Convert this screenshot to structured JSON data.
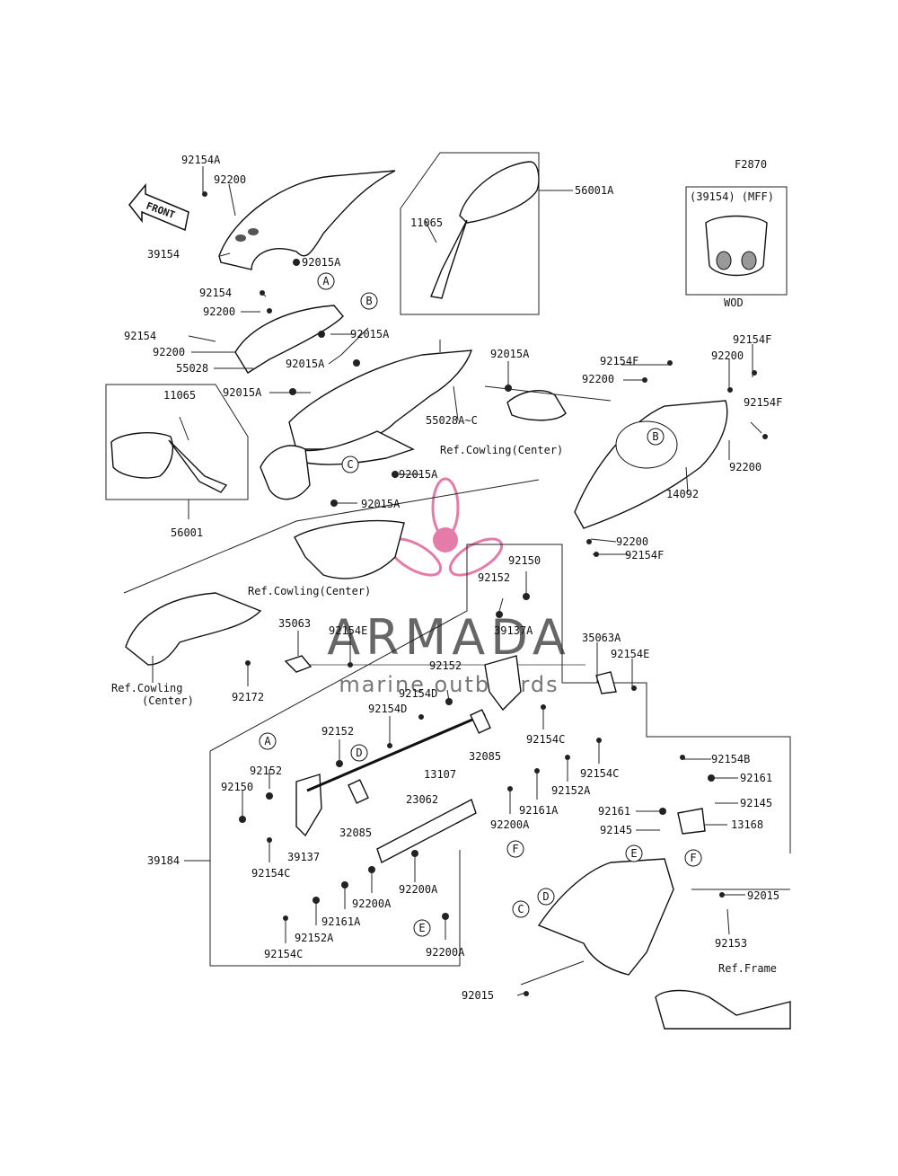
{
  "figure_code": "F2870",
  "front_arrow": "FRONT",
  "inset": {
    "header": "(39154) (MFF)",
    "footer": "WOD"
  },
  "watermark": {
    "brand": "ARMADA",
    "tagline": "marine outboards"
  },
  "callouts": [
    "A",
    "B",
    "C",
    "D",
    "E",
    "F"
  ],
  "labels": {
    "l_92154A": "92154A",
    "l_92200_a": "92200",
    "l_39154": "39154",
    "l_92015A_a": "92015A",
    "l_56001A": "56001A",
    "l_11065_a": "11065",
    "l_92154_a": "92154",
    "l_92200_b": "92200",
    "l_92154_b": "92154",
    "l_92200_c": "92200",
    "l_55028": "55028",
    "l_92015A_b": "92015A",
    "l_92015A_c": "92015A",
    "l_92015A_d": "92015A",
    "l_92015A_e": "92015A",
    "l_55028AC": "55028A~C",
    "l_ref_center_1": "Ref.Cowling(Center)",
    "l_92154F_a": "92154F",
    "l_92200_d": "92200",
    "l_92154F_b": "92154F",
    "l_92200_e": "92200",
    "l_92154F_c": "92154F",
    "l_92200_f": "92200",
    "l_14092": "14092",
    "l_11065_b": "11065",
    "l_56001": "56001",
    "l_92015A_f": "92015A",
    "l_92015A_g": "92015A",
    "l_92200_g": "92200",
    "l_92154F_d": "92154F",
    "l_ref_center_2": "Ref.Cowling(Center)",
    "l_92150_a": "92150",
    "l_92152_a": "92152",
    "l_39137A": "39137A",
    "l_35063": "35063",
    "l_92154E_a": "92154E",
    "l_35063A": "35063A",
    "l_92154E_b": "92154E",
    "l_ref_cowling": "Ref.Cowling",
    "l_center": "(Center)",
    "l_92172": "92172",
    "l_92152_b": "92152",
    "l_92154D_a": "92154D",
    "l_92154D_b": "92154D",
    "l_32085_a": "32085",
    "l_92154C_a": "92154C",
    "l_92152_c": "92152",
    "l_13107": "13107",
    "l_92154C_b": "92154C",
    "l_92152_d": "92152",
    "l_92150_b": "92150",
    "l_32085_b": "32085",
    "l_23062": "23062",
    "l_92161A_a": "92161A",
    "l_92152A_a": "92152A",
    "l_92200A_a": "92200A",
    "l_39137": "39137",
    "l_92154C_c": "92154C",
    "l_39184": "39184",
    "l_92200A_b": "92200A",
    "l_92200A_c": "92200A",
    "l_92161A_b": "92161A",
    "l_92152A_b": "92152A",
    "l_92154C_d": "92154C",
    "l_92200A_d": "92200A",
    "l_92154B": "92154B",
    "l_92161_a": "92161",
    "l_92145_a": "92145",
    "l_92161_b": "92161",
    "l_13168": "13168",
    "l_92145_b": "92145",
    "l_92015_a": "92015",
    "l_92153": "92153",
    "l_ref_frame": "Ref.Frame",
    "l_92015_b": "92015"
  }
}
